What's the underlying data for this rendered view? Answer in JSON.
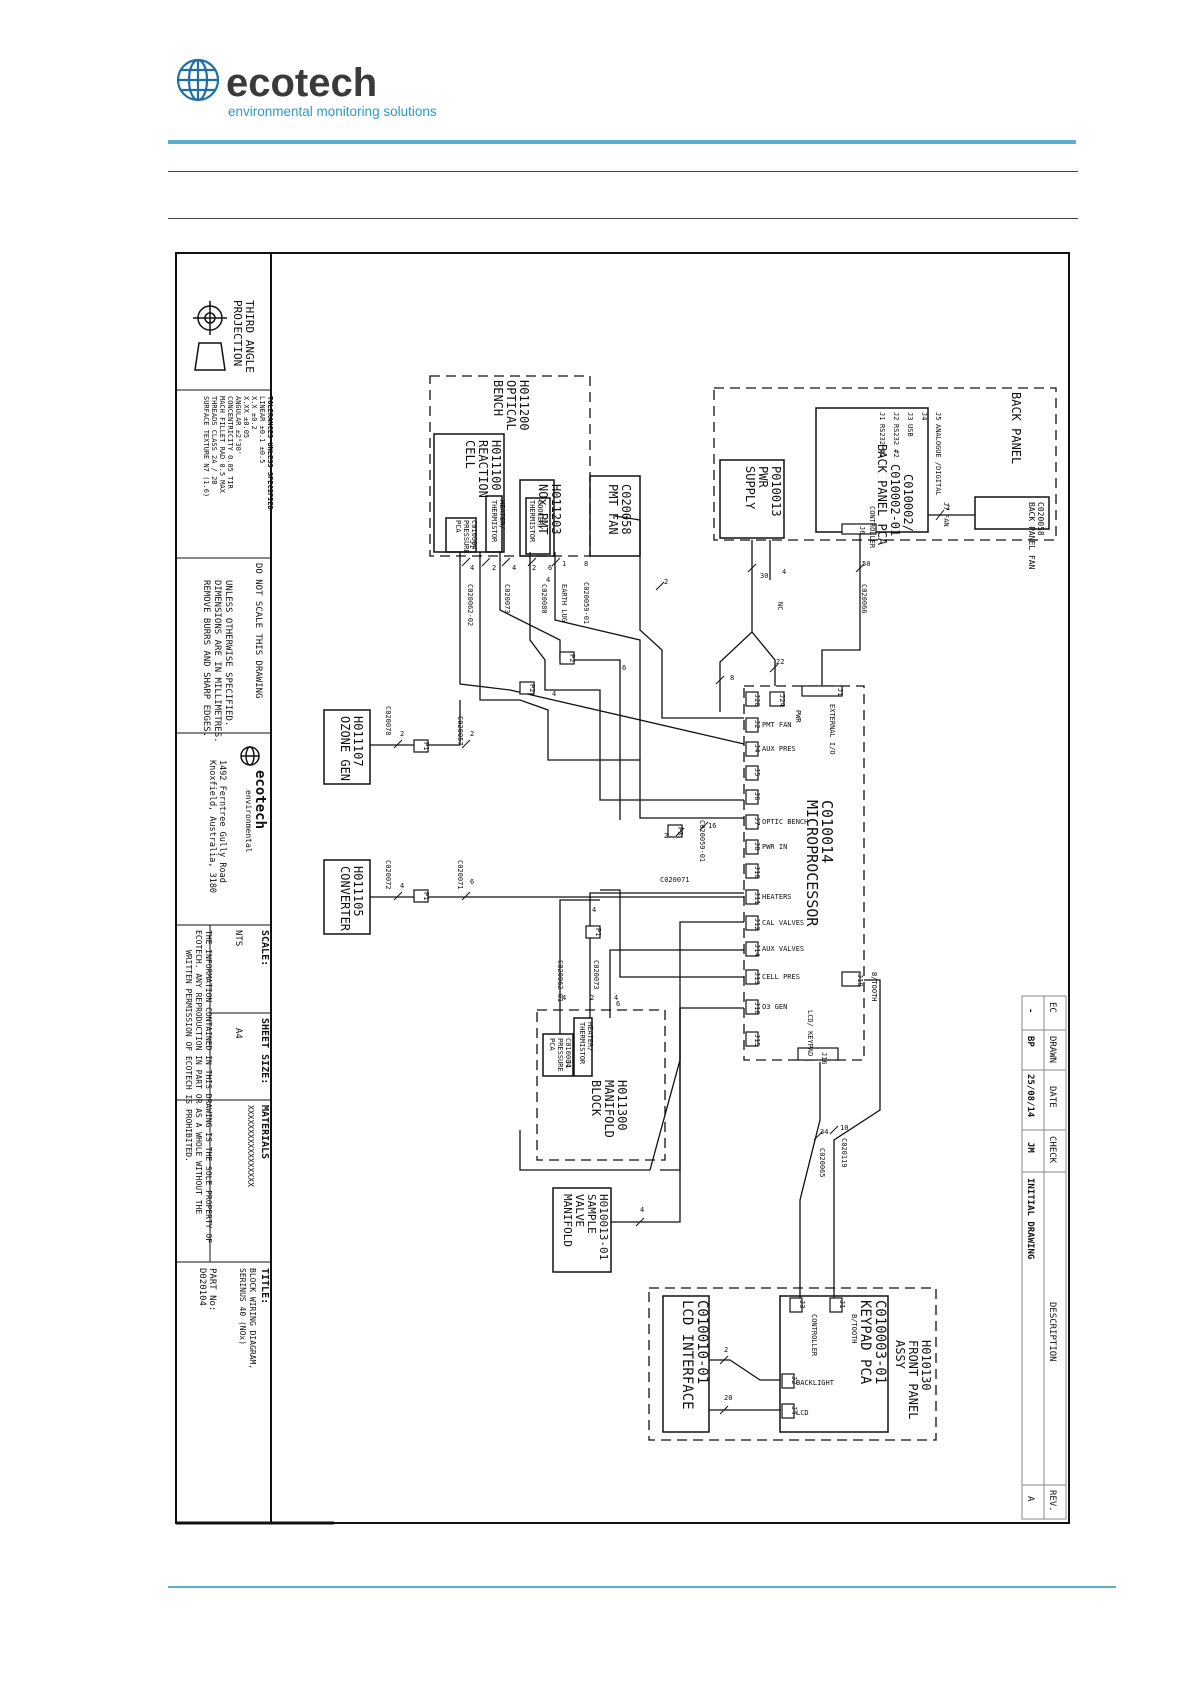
{
  "header": {
    "brand": "ecotech",
    "tagline": "environmental monitoring solutions",
    "colors": {
      "brand_blue": "#1f6fa3",
      "brand_dark": "#3a3a3a",
      "tagline_teal": "#2b9cc6",
      "rule_blue": "#5bb0d0"
    }
  },
  "title_block": {
    "projection": [
      "THIRD ANGLE",
      "PROJECTION"
    ],
    "tolerances": [
      "TOLERANCES UNLESS SPECIFIED",
      "LINEAR  ±0.1  ±0.5",
      "X.X  ±0.2",
      "X.XX  ±0.05",
      "ANGULAR  ±2°30'",
      "CONCENTRICITY 0.05 TIR",
      "MACH FILLET RAD 0.5 MAX",
      "THREADS CLASS 2A / 2B",
      "SURFACE TEXTURE N7 (1.6)"
    ],
    "do_not_scale": "DO NOT SCALE THIS DRAWING",
    "dimensions_note": [
      "UNLESS OTHERWISE SPECIFIED.",
      "DIMENSIONS ARE IN MILLIMETRES.",
      "REMOVE BURRS AND SHARP EDGES."
    ],
    "company_name": "ecotech",
    "company_tag": "environmental",
    "address": [
      "1492 Ferntree Gully Road",
      "Knoxfield, Australia, 3180"
    ],
    "scale_label": "SCALE:",
    "scale_value": "NTS",
    "sheet_size_label": "SHEET SIZE:",
    "sheet_size_value": "A4",
    "property_note": [
      "THE INFORMATION CONTAINED IN THIS DRAWING IS THE SOLE PROPERTY OF",
      "ECOTECH. ANY REPRODUCTION IN PART OR AS A WHOLE WITHOUT THE",
      "WRITTEN PERMISSION OF ECOTECH IS PROHIBITED."
    ],
    "materials_label": "MATERIALS",
    "materials_value": "XXXXXXXXXXXXXXXXX",
    "title_label": "TITLE:",
    "title_value": [
      "BLOCK WIRING DIAGRAM,",
      "SERINUS 40 (NOx)"
    ],
    "part_label": "PART No:",
    "part_value": "D020104"
  },
  "revision_table": {
    "headers": [
      "EC",
      "DRAWN",
      "DATE",
      "CHECK",
      "DESCRIPTION",
      "REV."
    ],
    "row": [
      "-",
      "BP",
      "25/08/14",
      "JM",
      "INITIAL DRAWING",
      "A"
    ]
  },
  "blocks": {
    "optical_bench": [
      "H011200",
      "OPTICAL",
      "BENCH"
    ],
    "reaction_cell": [
      "H011100",
      "REACTION",
      "CELL"
    ],
    "heater_thermistor": [
      "HEATER/",
      "THERMISTOR"
    ],
    "pressure_pca_a": [
      "C010004",
      "PRESSURE",
      "PCA"
    ],
    "nox_pmt": [
      "H011203",
      "NOx PMT"
    ],
    "cooler_thermistor": [
      "COOLER/",
      "THERMISTOR"
    ],
    "pmt_fan": [
      "C020058",
      "PMT FAN"
    ],
    "pwr_supply": [
      "P010013",
      "PWR",
      "SUPPLY"
    ],
    "back_panel": "BACK PANEL",
    "back_panel_pca": [
      "C010002/",
      "C010002-01",
      "BACK PANEL PCA"
    ],
    "back_panel_fan": [
      "C020058",
      "BACK PANEL FAN"
    ],
    "ozone_gen": [
      "H011107",
      "OZONE GEN"
    ],
    "converter": [
      "H011105",
      "CONVERTER"
    ],
    "microprocessor": [
      "C010014",
      "MICROPROCESSOR"
    ],
    "manifold_block": [
      "H011300",
      "MANIFOLD",
      "BLOCK"
    ],
    "manifold_heater": [
      "HEATER/",
      "THERMISTOR"
    ],
    "pressure_pca_b": [
      "C010004",
      "PRESSURE",
      "PCA"
    ],
    "sample_valve": [
      "H010013-01",
      "SAMPLE",
      "VALVE",
      "MANIFOLD"
    ],
    "front_panel": [
      "H010130",
      "FRONT PANEL",
      "ASSY"
    ],
    "keypad_pca": [
      "C010003-01",
      "KEYPAD PCA"
    ],
    "lcd_interface": [
      "C010010-01",
      "LCD INTERFACE"
    ]
  },
  "connectors": {
    "back_panel": [
      "J1",
      "RS232 #1",
      "J2",
      "RS232 #2",
      "J3",
      "USB",
      "J4",
      "J5",
      "ANALOGUE /DIGITAL",
      "J6",
      "CONTROLLER",
      "J7",
      "FAN"
    ],
    "micro": [
      "J1",
      "EXTERNAL I/O",
      "J24",
      "PWR",
      "J20",
      "J2",
      "PMT FAN",
      "J4",
      "AUX PRES",
      "J5",
      "J6",
      "J7",
      "OPTIC BENCH",
      "J8",
      "PWR IN",
      "J10",
      "J11",
      "HEATERS",
      "J12",
      "CAL VALVES",
      "J14",
      "AUX VALVES",
      "J13",
      "CELL PRES",
      "J18",
      "O3 GEN",
      "J15",
      "J19",
      "B/TOOTH",
      "J16",
      "LCD/ KEYPAD"
    ],
    "front": [
      "J1",
      "B/TOOTH",
      "J3",
      "CONTROLLER",
      "J2",
      "BACKLIGHT",
      "J4",
      "LCD"
    ],
    "plugs": [
      "P1",
      "P2",
      "P3",
      "J1"
    ]
  },
  "cables": [
    "C020062-02",
    "C020073",
    "C020080",
    "C020059-01",
    "EARTH LUG",
    "NC",
    "C020066",
    "C020078",
    "C020057",
    "C020059-01",
    "C020071",
    "C020072",
    "C020071",
    "C020062-01",
    "C020073",
    "C020065",
    "C020119"
  ],
  "wire_counts": [
    "4",
    "2",
    "4",
    "2",
    "6",
    "1",
    "4",
    "8",
    "2",
    "30",
    "4",
    "50",
    "2",
    "6",
    "22",
    "8",
    "4",
    "2",
    "2",
    "2",
    "16",
    "4",
    "6",
    "4",
    "4",
    "2",
    "4",
    "6",
    "10",
    "34",
    "4",
    "2",
    "20"
  ]
}
